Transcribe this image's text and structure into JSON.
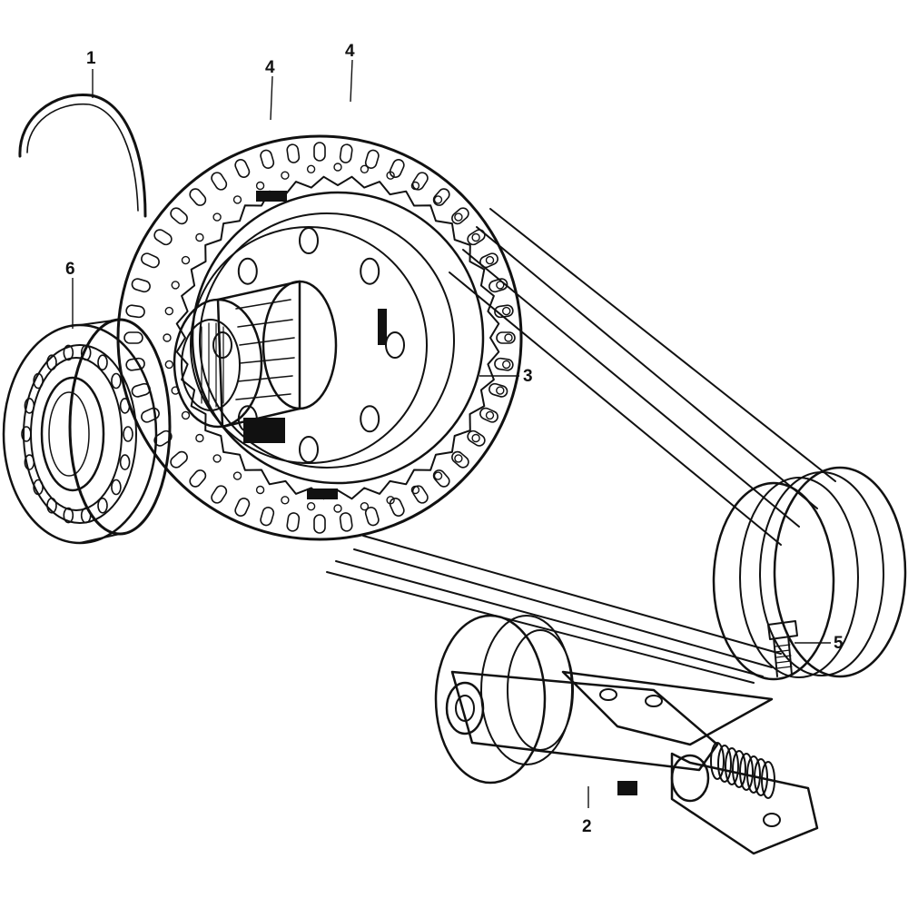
{
  "callouts": {
    "part1": "1",
    "part2": "2",
    "part3": "3",
    "part4a": "4",
    "part4b": "4",
    "part5": "5",
    "part6": "6"
  },
  "colors": {
    "ink": "#111111",
    "paper": "#ffffff"
  }
}
